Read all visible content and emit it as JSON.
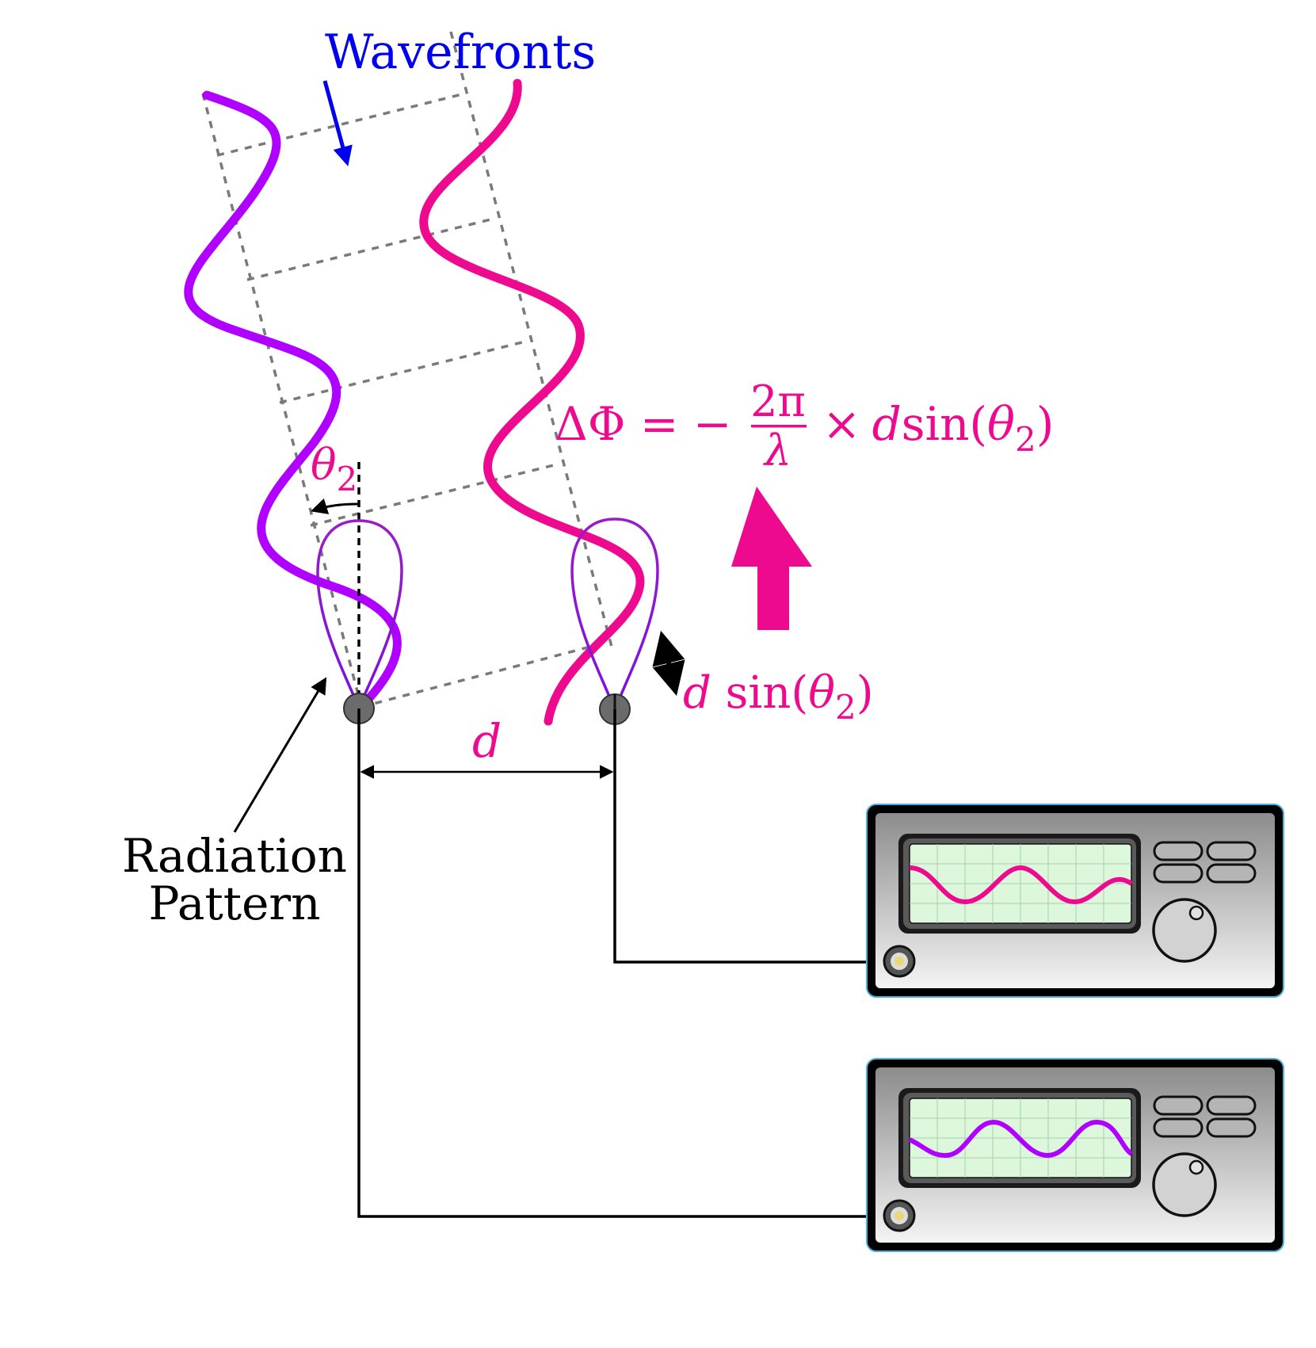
{
  "labels": {
    "wavefronts": "Wavefronts",
    "theta": "θ",
    "theta_sub": "2",
    "d": "d",
    "dsin_d": "d",
    "dsin_fn": " sin(",
    "dsin_theta": "θ",
    "dsin_sub": "2",
    "dsin_close": ")",
    "radiation_line1": "Radiation",
    "radiation_line2": "Pattern",
    "eq_lhs": "ΔΦ = −",
    "eq_num": "2π",
    "eq_den": "λ",
    "eq_rhs_times": "×",
    "eq_rhs_d": "d",
    "eq_rhs_sin": "sin(",
    "eq_rhs_theta": "θ",
    "eq_rhs_sub": "2",
    "eq_rhs_close": ")"
  },
  "colors": {
    "wave_left": "#b000ff",
    "wave_right": "#ee0a8e",
    "accent_blue": "#0000ee",
    "lobe": "#8a10d0",
    "text_dark": "#000000",
    "screen_bg": "#dcf7dc",
    "dashed": "#7a7a7a"
  },
  "icons": [
    "wavefront-arrow-icon",
    "phase-direction-arrow-icon",
    "oscilloscope-knob-icon",
    "bnc-connector-icon"
  ]
}
